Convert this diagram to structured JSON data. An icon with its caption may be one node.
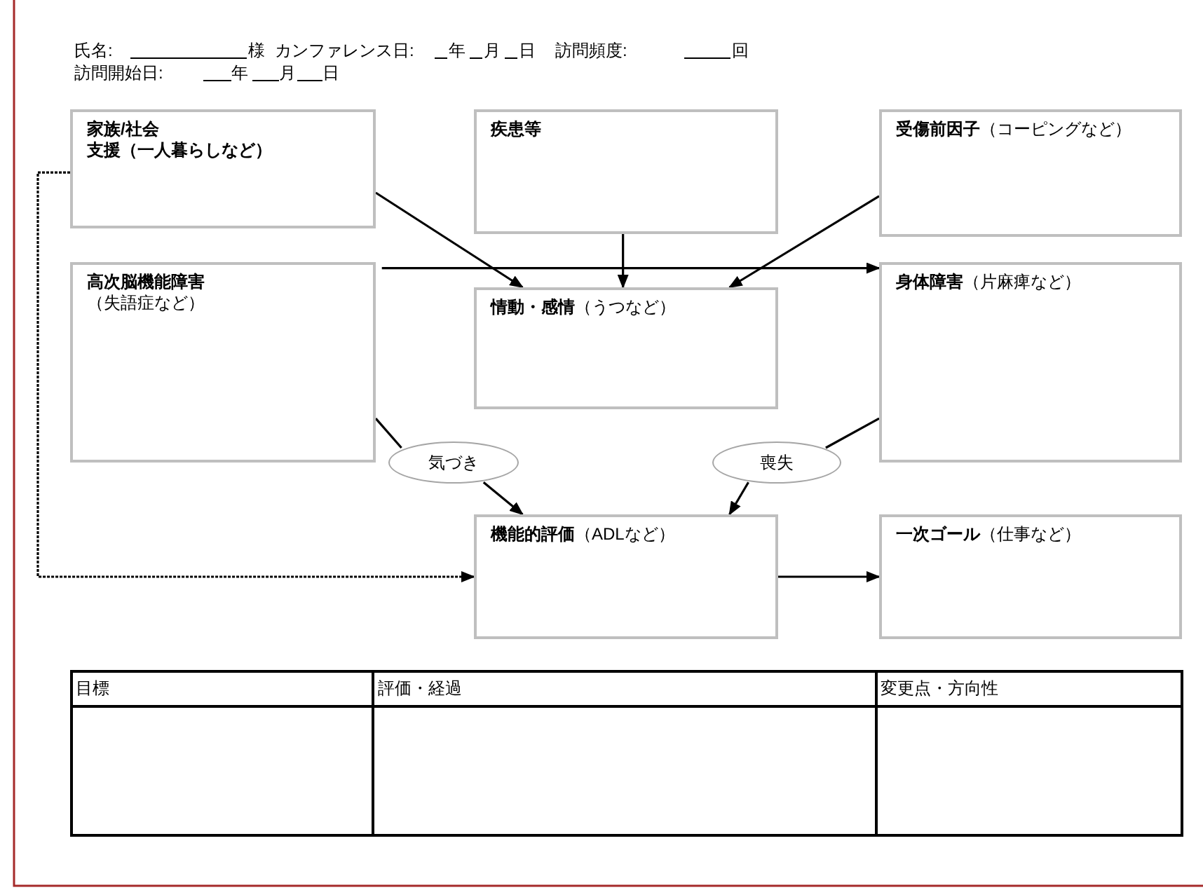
{
  "diagram": {
    "nodes": [
      {
        "text": [
          "家族/社会",
          "支援（一人暮らしなど）"
        ]
      },
      {
        "text": [
          "疾患等"
        ]
      },
      {
        "text": [
          "**受傷前因子**（コーピングなど）"
        ]
      },
      {
        "text": [
          "高次脳機能障害",
          "（失語症など）"
        ]
      },
      {
        "text": [
          "**情動・感情**（うつなど）"
        ]
      },
      {
        "text": [
          "**身体障害**（片麻痺など）"
        ]
      },
      {
        "text": [
          "気づき"
        ]
      },
      {
        "text": [
          "喪失"
        ]
      },
      {
        "text": [
          "**機能的評価**（ADLなど）"
        ]
      },
      {
        "text": [
          "**一次ゴール**（仕事など）"
        ]
      }
    ],
    "edges": [
      {
        "from": 0,
        "to": 4,
        "arrow": "to"
      },
      {
        "from": 1,
        "to": 4,
        "arrow": "to"
      },
      {
        "from": 2,
        "to": 4,
        "arrow": "to"
      },
      {
        "from": 3,
        "to": 5,
        "arrow": "to"
      },
      {
        "from": 3,
        "to": 6,
        "arrow": "none"
      },
      {
        "from": 6,
        "to": 8,
        "arrow": "to"
      },
      {
        "from": 5,
        "to": 7,
        "arrow": "none"
      },
      {
        "from": 7,
        "to": 8,
        "arrow": "to"
      },
      {
        "from": 0,
        "to": 8,
        "arrow": "to",
        "style": "dashed"
      },
      {
        "from": 8,
        "to": 9,
        "arrow": "to"
      }
    ],
    "labels": [
      "氏名:",
      "様",
      "カンファレンス日:",
      "年",
      "月",
      "日",
      "訪問頻度:",
      "回",
      "訪問開始日:",
      "年",
      "月",
      "日",
      "目標",
      "評価・経過",
      "変更点・方向性"
    ]
  }
}
